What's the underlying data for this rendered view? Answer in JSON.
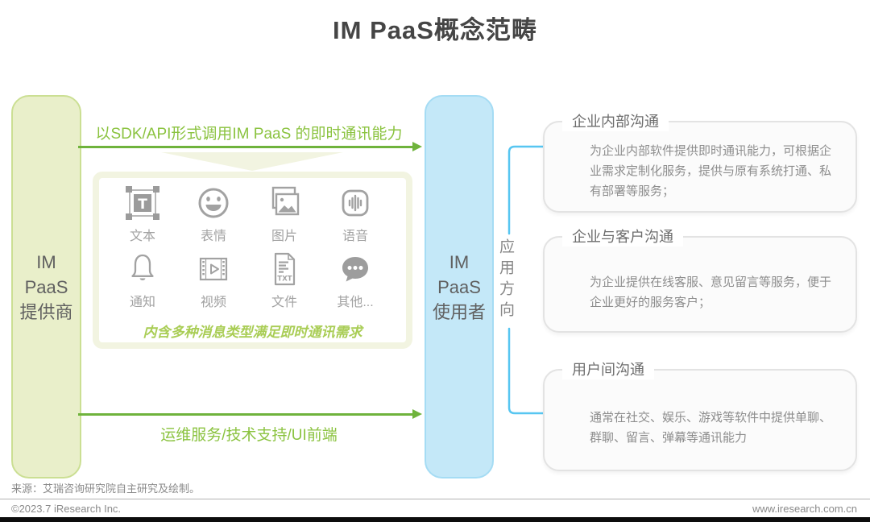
{
  "title": "IM PaaS概念范畴",
  "left_bar": {
    "label": "IM\nPaaS\n提供商"
  },
  "right_bar": {
    "label": "IM\nPaaS\n使用者"
  },
  "top_arrow": {
    "label": "以SDK/API形式调用IM PaaS 的即时通讯能力"
  },
  "bottom_arrow": {
    "label": "运维服务/技术支持/UI前端"
  },
  "message_box": {
    "caption": "内含多种消息类型满足即时通讯需求",
    "items": [
      {
        "icon": "text-icon",
        "label": "文本"
      },
      {
        "icon": "emoji-icon",
        "label": "表情"
      },
      {
        "icon": "image-icon",
        "label": "图片"
      },
      {
        "icon": "voice-icon",
        "label": "语音"
      },
      {
        "icon": "notification-icon",
        "label": "通知"
      },
      {
        "icon": "video-icon",
        "label": "视频"
      },
      {
        "icon": "file-icon",
        "label": "文件"
      },
      {
        "icon": "other-icon",
        "label": "其他..."
      }
    ]
  },
  "bracket": {
    "label": "应用方向"
  },
  "app_boxes": [
    {
      "title": "企业内部沟通",
      "body": "为企业内部软件提供即时通讯能力，可根据企业需求定制化服务，提供与原有系统打通、私有部署等服务；"
    },
    {
      "title": "企业与客户沟通",
      "body": "为企业提供在线客服、意见留言等服务，便于企业更好的服务客户；"
    },
    {
      "title": "用户间沟通",
      "body": "通常在社交、娱乐、游戏等软件中提供单聊、群聊、留言、弹幕等通讯能力"
    }
  ],
  "footer": {
    "source": "来源：艾瑞咨询研究院自主研究及绘制。",
    "copyright": "©2023.7 iResearch Inc.",
    "website": "www.iresearch.com.cn"
  },
  "colors": {
    "provider_fill": "#e9efca",
    "provider_border": "#cbdf93",
    "user_fill": "#c4e8f8",
    "user_border": "#a5dcf4",
    "arrow_green": "#6fb33c",
    "label_green": "#8bc340",
    "caption_green": "#a9cd55",
    "bracket_blue": "#57c6f1",
    "icon_gray": "#a2a2a2"
  }
}
